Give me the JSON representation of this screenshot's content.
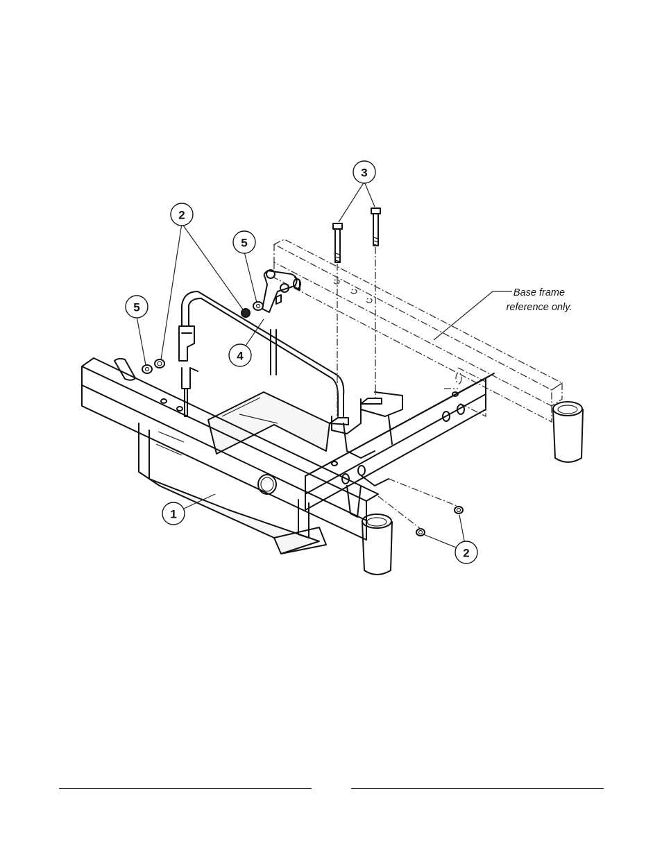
{
  "diagram": {
    "callouts": [
      "1",
      "2",
      "2",
      "3",
      "4",
      "5",
      "5"
    ],
    "note": {
      "line1": "Base frame",
      "line2": "reference only."
    }
  }
}
